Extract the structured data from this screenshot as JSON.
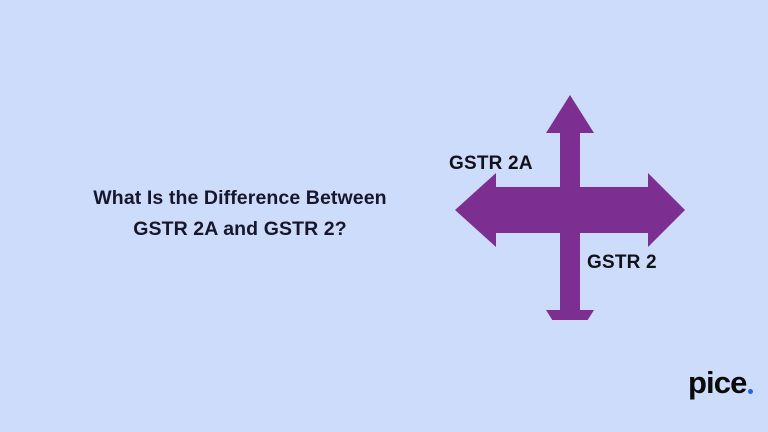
{
  "slide": {
    "background_color": "#ccdcfa",
    "headline": {
      "line1": "What Is the Difference Between",
      "line2": "GSTR 2A and GSTR 2?",
      "text_color": "#16162c"
    },
    "graphic": {
      "icon": "four-way-arrow-icon",
      "arrow_color": "#7c2e91",
      "directions": [
        "up",
        "right",
        "down",
        "left"
      ],
      "labels": {
        "upper_left": "GSTR 2A",
        "lower_right": "GSTR 2"
      },
      "label_color": "#111118"
    },
    "branding": {
      "wordmark": "pice",
      "wordmark_color": "#0a0a0a",
      "dot_color": "#2563eb"
    }
  }
}
